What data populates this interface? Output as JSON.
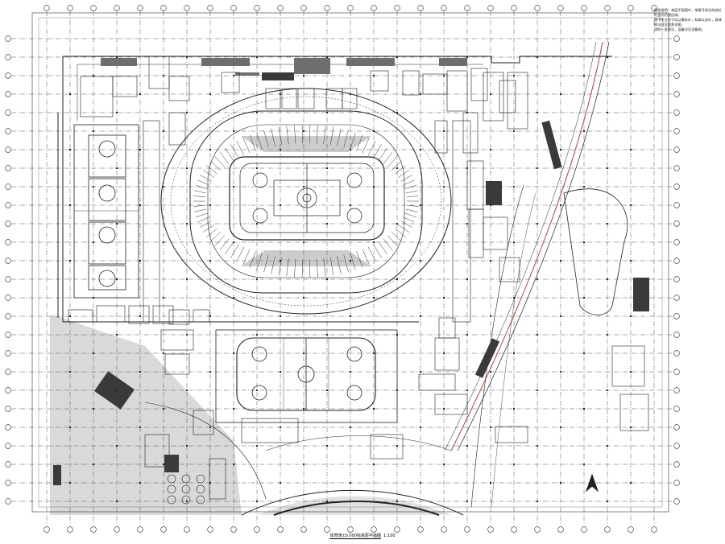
{
  "drawing": {
    "title": "体育馆±0.000标高层平面图",
    "scale": "1:100",
    "notes": [
      "图纸说明：本层平面图中，带星号标注的部位为室内吊顶区域，",
      "图中所注尺寸均以毫米计，标高以米计，具体做法详见相关详图。",
      "消防一览表见，设备详见设备图。"
    ]
  },
  "colors": {
    "line": "#222222",
    "grid": "#555555",
    "hatch": "#9a9a9a",
    "accent": "#c23b3b",
    "shade": "#d9d9d9"
  }
}
